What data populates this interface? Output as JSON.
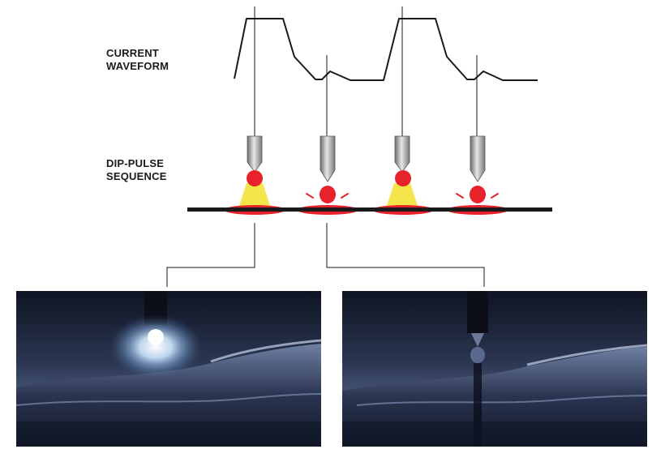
{
  "labels": {
    "waveform_line1": "CURRENT",
    "waveform_line2": "WAVEFORM",
    "sequence_line1": "DIP-PULSE",
    "sequence_line2": "SEQUENCE"
  },
  "colors": {
    "waveform": "#1a1a1a",
    "droplet": "#e8222a",
    "arc_glow": "#f4e64a",
    "workpiece": "#1a1a1a",
    "electrode": "#9a9a9a"
  },
  "sequence": [
    {
      "phase": "pulse",
      "arc": true
    },
    {
      "phase": "dip",
      "arc": false
    },
    {
      "phase": "pulse",
      "arc": true
    },
    {
      "phase": "dip",
      "arc": false
    }
  ],
  "photos": [
    {
      "name": "pulse-arc-photo"
    },
    {
      "name": "dip-short-circuit-photo"
    }
  ]
}
